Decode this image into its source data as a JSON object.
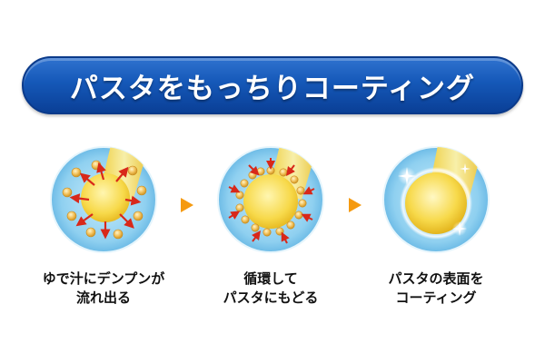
{
  "banner": {
    "title": "パスタをもっちりコーティング"
  },
  "steps": [
    {
      "icon": "starch-leaking-out-icon",
      "line1": "ゆで汁にデンプンが",
      "line2": "流れ出る"
    },
    {
      "icon": "starch-returning-icon",
      "line1": "循環して",
      "line2": "パスタにもどる"
    },
    {
      "icon": "pasta-coated-icon",
      "line1": "パスタの表面を",
      "line2": "コーティング"
    }
  ],
  "arrow_icon": "right-triangle-arrow-icon",
  "colors": {
    "banner": "#1558b8",
    "water": "#8fd0f0",
    "pasta": "#f7d94a",
    "starch_bead": "#f2c15a",
    "red_arrow": "#d8281a",
    "step_arrow": "#f59a10"
  }
}
